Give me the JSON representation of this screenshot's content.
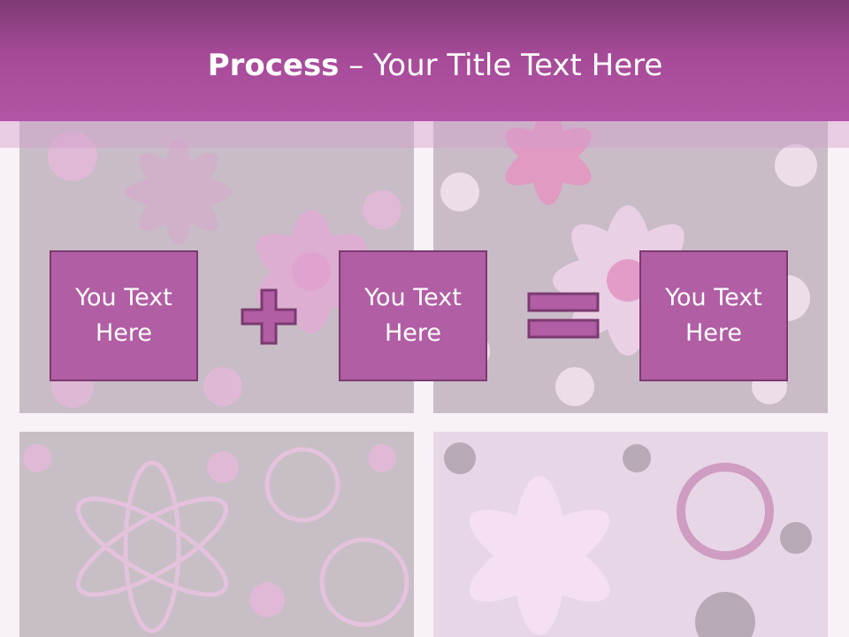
{
  "slide": {
    "title_bold": "Process",
    "title_rest": " – Your Title Text Here",
    "boxes": [
      {
        "label": "You Text Here"
      },
      {
        "label": "You Text Here"
      },
      {
        "label": "You Text Here"
      }
    ],
    "operators": [
      "plus-icon",
      "equals-icon"
    ]
  },
  "colors": {
    "header_top": "#7d3a73",
    "header_bottom": "#b355a6",
    "box_fill": "#b15ea4",
    "box_border": "#7b3a70",
    "operator_fill": "#b15ea4"
  }
}
